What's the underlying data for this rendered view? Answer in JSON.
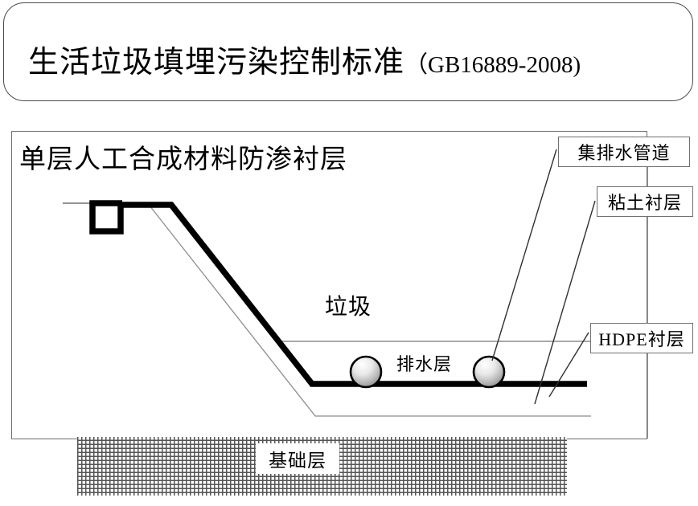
{
  "title": {
    "cjk": "生活垃圾填埋污染控制标准",
    "code": "（GB16889-2008)"
  },
  "diagram": {
    "heading": "单层人工合成材料防渗衬层",
    "labels": {
      "waste": "垃圾",
      "drainage_layer": "排水层",
      "foundation": "基础层"
    },
    "callouts": [
      {
        "id": "collection-drainage-pipe",
        "label": "集排水管道"
      },
      {
        "id": "clay-liner",
        "label": "粘土衬层"
      },
      {
        "id": "hdpe-liner",
        "label": "HDPE衬层"
      }
    ],
    "colors": {
      "liner_stroke": "#000000",
      "thin_line": "#808080",
      "frame_border": "#6e6e6e",
      "callout_border": "#707070",
      "foundation_hatch": "#555555",
      "pipe_fill_light": "#ffffff",
      "pipe_fill_dark": "#8c8c8c",
      "background": "#ffffff"
    }
  }
}
